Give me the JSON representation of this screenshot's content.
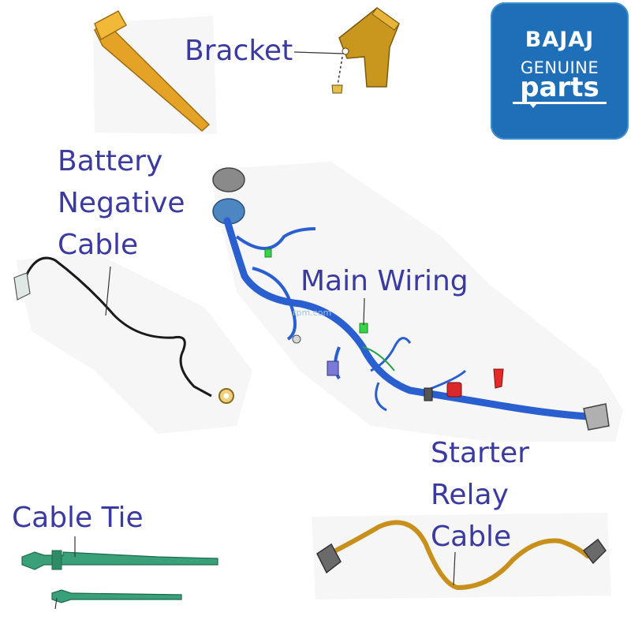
{
  "labels": {
    "bracket": "Bracket",
    "battery_negative_cable": [
      "Battery",
      "Negative",
      "Cable"
    ],
    "main_wiring": "Main Wiring",
    "cable_tie": "Cable Tie",
    "starter_relay_cable": [
      "Starter",
      "Relay",
      "Cable"
    ]
  },
  "logo": {
    "brand": "BAJAJ",
    "line2": "GENUINE",
    "line3": "parts"
  },
  "watermark": "rpm.com",
  "colors": {
    "label_text": "#3a3aa0",
    "logo_bg": "#1e6fb8",
    "bracket_orange": "#e4a326",
    "harness_blue": "#2a5fd0",
    "cable_black": "#1a1a1a",
    "tie_green": "#3aa07a",
    "starter_cable_orange": "#c8901a"
  },
  "icons": [
    "bracket-part-icon",
    "battery-negative-cable-icon",
    "main-wiring-harness-icon",
    "cable-tie-icon",
    "starter-relay-cable-icon"
  ]
}
